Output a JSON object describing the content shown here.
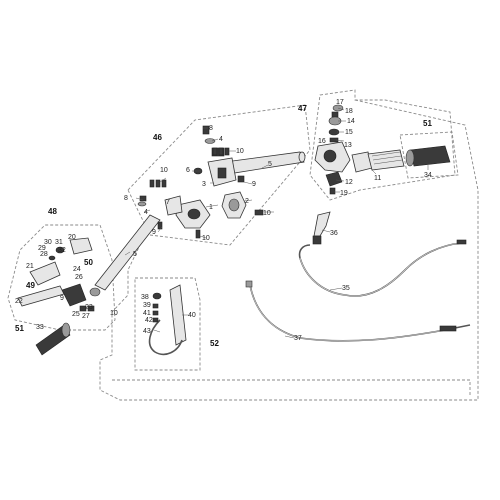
{
  "groups": [
    "46",
    "47",
    "48",
    "49",
    "50",
    "51",
    "51",
    "52"
  ],
  "labels": [
    "1",
    "2",
    "3",
    "4",
    "4",
    "5",
    "5",
    "6",
    "7",
    "8",
    "8",
    "9",
    "9",
    "9",
    "10",
    "10",
    "10",
    "10",
    "10",
    "11",
    "12",
    "13",
    "14",
    "15",
    "16",
    "17",
    "18",
    "19",
    "20",
    "21",
    "22",
    "23",
    "24",
    "25",
    "26",
    "27",
    "28",
    "29",
    "30",
    "31",
    "32",
    "33",
    "34",
    "35",
    "36",
    "37",
    "38",
    "39",
    "40",
    "41",
    "42",
    "43"
  ],
  "colors": {
    "outline": "#333333",
    "dashed_border": "#8a8a8a",
    "fill_light": "#e6e6e6",
    "fill_dark": "#3a3a3a"
  }
}
